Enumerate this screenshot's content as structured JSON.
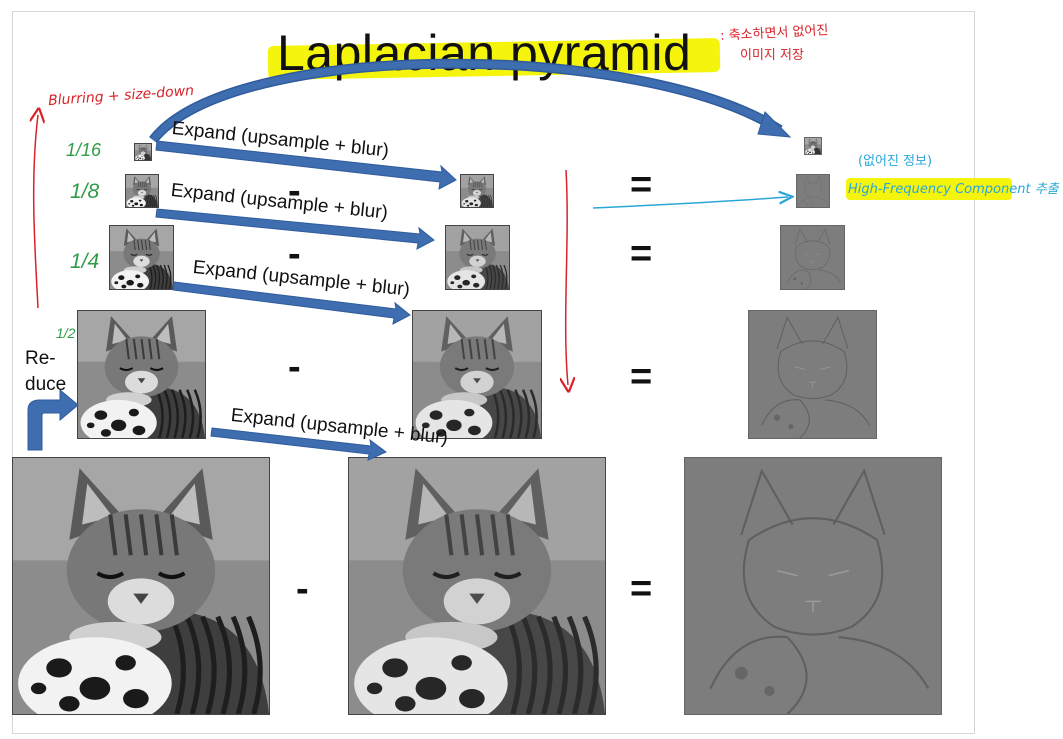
{
  "title": "Laplacian pyramid",
  "labels": {
    "expand": "Expand (upsample + blur)",
    "reduce_line1": "Re-",
    "reduce_line2": "duce",
    "minus": "-",
    "equals": "="
  },
  "fractions": [
    "1/16",
    "1/8",
    "1/4",
    "1/2"
  ],
  "annotations": {
    "blur_note": "Blurring + size-down",
    "top_right_note_line1": ": 축소하면서 없어진",
    "top_right_note_line2": "이미지 저장",
    "lost_info": "(없어진 정보)",
    "high_freq": "High-Frequency Component 추출"
  },
  "colors": {
    "highlight": "#f4f40c",
    "arrow_fill": "#3e6db0",
    "annotation_red": "#d8232a",
    "annotation_green": "#2e9c46",
    "annotation_blue": "#2aa7d9",
    "laplacian_gray": "#7d7d7d"
  }
}
